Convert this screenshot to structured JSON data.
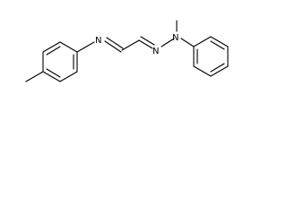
{
  "atoms": {
    "n_imine": "N",
    "n_hydrazone": "N",
    "n_methyl": "N"
  },
  "colors": {
    "background": "#ffffff",
    "bond": "#000000",
    "text": "#000000"
  }
}
